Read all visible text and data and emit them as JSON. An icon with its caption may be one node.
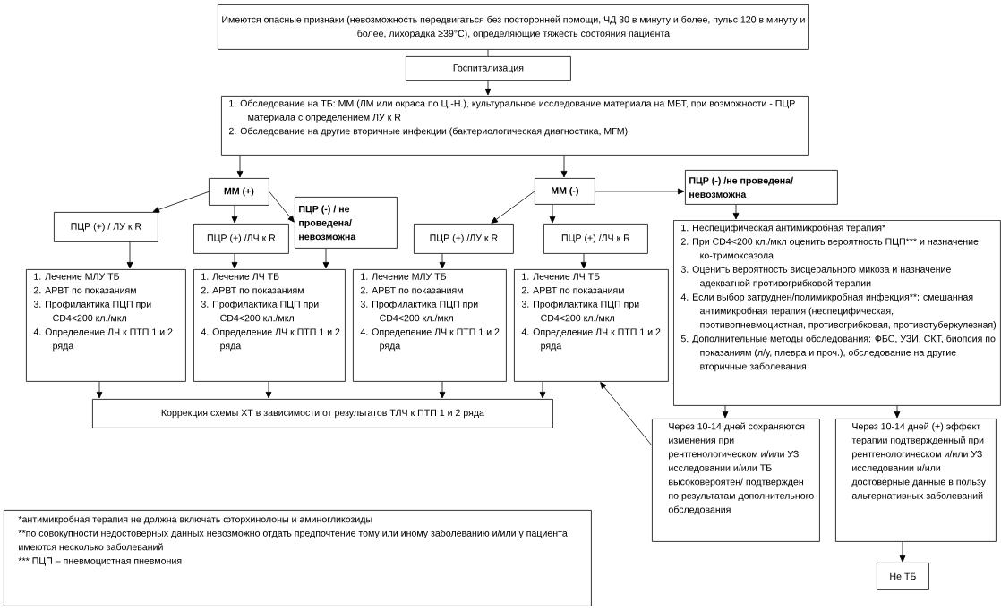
{
  "diagram": {
    "nodes": [
      {
        "text": [
          "Имеются опасные признаки (невозможность передвигаться без посторонней помощи, ЧД 30 в минуту и более, пульс 120 в минуту и более, лихорадка ≥39°С), определяющие тяжесть состояния пациента"
        ]
      },
      {
        "text": [
          "Госпитализация"
        ]
      },
      {
        "text": [
          "1. Обследование на ТБ: ММ (ЛМ или окраса по Ц.-Н.), культуральное исследование материала на МБТ, при возможности - ПЦР материала с определением ЛУ к R",
          "2. Обследование на другие вторичные инфекции (бактериологическая диагностика, МГМ)"
        ]
      },
      {
        "text": [
          "ММ (+)"
        ]
      },
      {
        "text": [
          "ПЦР (+) / ЛУ к R"
        ]
      },
      {
        "text": [
          "ПЦР (+) /ЛЧ к R"
        ]
      },
      {
        "text": [
          "ПЦР (-) / не проведена/ невозможна"
        ]
      },
      {
        "text": [
          "ММ (-)"
        ]
      },
      {
        "text": [
          "ПЦР (-) /не проведена/ невозможна"
        ]
      },
      {
        "text": [
          "ПЦР (+) /ЛУ к R"
        ]
      },
      {
        "text": [
          "ПЦР (+) /ЛЧ к R"
        ]
      },
      {
        "text": [
          "1. Лечение МЛУ ТБ",
          "2. АРВТ по показаниям",
          "3. Профилактика ПЦП при CD4<200 кл./мкл",
          "4. Определение ЛЧ к ПТП 1 и 2 ряда"
        ]
      },
      {
        "text": [
          "1. Лечение ЛЧ ТБ",
          "2. АРВТ по показаниям",
          "3. Профилактика ПЦП при CD4<200 кл./мкл",
          "4. Определение ЛЧ к ПТП 1 и 2 ряда"
        ]
      },
      {
        "text": [
          "1. Лечение МЛУ ТБ",
          "2. АРВТ по показаниям",
          "3. Профилактика ПЦП при CD4<200 кл./мкл",
          "4. Определение ЛЧ к ПТП 1 и 2 ряда"
        ]
      },
      {
        "text": [
          "1. Лечение ЛЧ ТБ",
          "2. АРВТ по показаниям",
          "3. Профилактика ПЦП при CD4<200 кл./мкл",
          "4. Определение ЛЧ к ПТП 1 и 2 ряда"
        ]
      },
      {
        "text": [
          "1. Неспецифическая антимикробная терапия*",
          "2. При CD4<200 кл./мкл оценить вероятность ПЦП*** и назначение ко-тримоксазола",
          "3. Оценить вероятность висцерального микоза и назначение адекватной противогрибковой терапии",
          "4. Если выбор затруднен/полимикробная инфекция**: смешанная антимикробная терапия (неспецифическая, противопневмоцистная, противогрибковая, противотуберкулезная)",
          "5. Дополнительные методы обследования: ФБС, УЗИ, СКТ, биопсия по показаниям (л/у, плевра и проч.), обследование на другие вторичные заболевания"
        ]
      },
      {
        "text": [
          "Коррекция схемы ХТ в зависимости от результатов ТЛЧ к ПТП 1 и 2 ряда"
        ]
      },
      {
        "text": [
          "Через 10-14 дней сохраняются изменения при рентгенологическом и/или УЗ исследовании и/или ТБ высоковероятен/ подтвержден по результатам дополнительного обследования"
        ]
      },
      {
        "text": [
          "Через 10-14 дней (+) эффект терапии подтвержденный при рентгенологическом и/или УЗ исследовании и/или достоверные данные в пользу альтернативных заболеваний"
        ]
      },
      {
        "text": [
          "Не ТБ"
        ]
      },
      {
        "text": [
          "*антимикробная терапия не должна включать фторхинолоны и аминогликозиды",
          "**по совокупности недостоверных данных невозможно отдать предпочтение тому или иному заболеванию и/или у пациента имеются несколько заболеваний",
          "*** ПЦП – пневмоцистная пневмония"
        ]
      }
    ],
    "edges": [
      {
        "from": 0,
        "to": 1,
        "arrow": "none"
      },
      {
        "from": 1,
        "to": 2,
        "arrow": "to"
      },
      {
        "from": 2,
        "to": 3,
        "arrow": "to"
      },
      {
        "from": 2,
        "to": 7,
        "arrow": "to"
      },
      {
        "from": 3,
        "to": 4,
        "arrow": "to"
      },
      {
        "from": 3,
        "to": 5,
        "arrow": "to"
      },
      {
        "from": 3,
        "to": 6,
        "arrow": "to"
      },
      {
        "from": 7,
        "to": 9,
        "arrow": "to"
      },
      {
        "from": 7,
        "to": 10,
        "arrow": "to"
      },
      {
        "from": 7,
        "to": 8,
        "arrow": "to"
      },
      {
        "from": 4,
        "to": 11,
        "arrow": "to"
      },
      {
        "from": 5,
        "to": 12,
        "arrow": "to"
      },
      {
        "from": 6,
        "to": 12,
        "arrow": "to"
      },
      {
        "from": 9,
        "to": 13,
        "arrow": "to"
      },
      {
        "from": 10,
        "to": 14,
        "arrow": "to"
      },
      {
        "from": 8,
        "to": 15,
        "arrow": "to"
      },
      {
        "from": 11,
        "to": 16,
        "arrow": "to"
      },
      {
        "from": 12,
        "to": 16,
        "arrow": "to"
      },
      {
        "from": 13,
        "to": 16,
        "arrow": "to"
      },
      {
        "from": 14,
        "to": 16,
        "arrow": "to"
      },
      {
        "from": 15,
        "to": 17,
        "arrow": "to"
      },
      {
        "from": 15,
        "to": 18,
        "arrow": "to"
      },
      {
        "from": 17,
        "to": 14,
        "arrow": "to"
      },
      {
        "from": 18,
        "to": 19,
        "arrow": "to"
      }
    ]
  }
}
